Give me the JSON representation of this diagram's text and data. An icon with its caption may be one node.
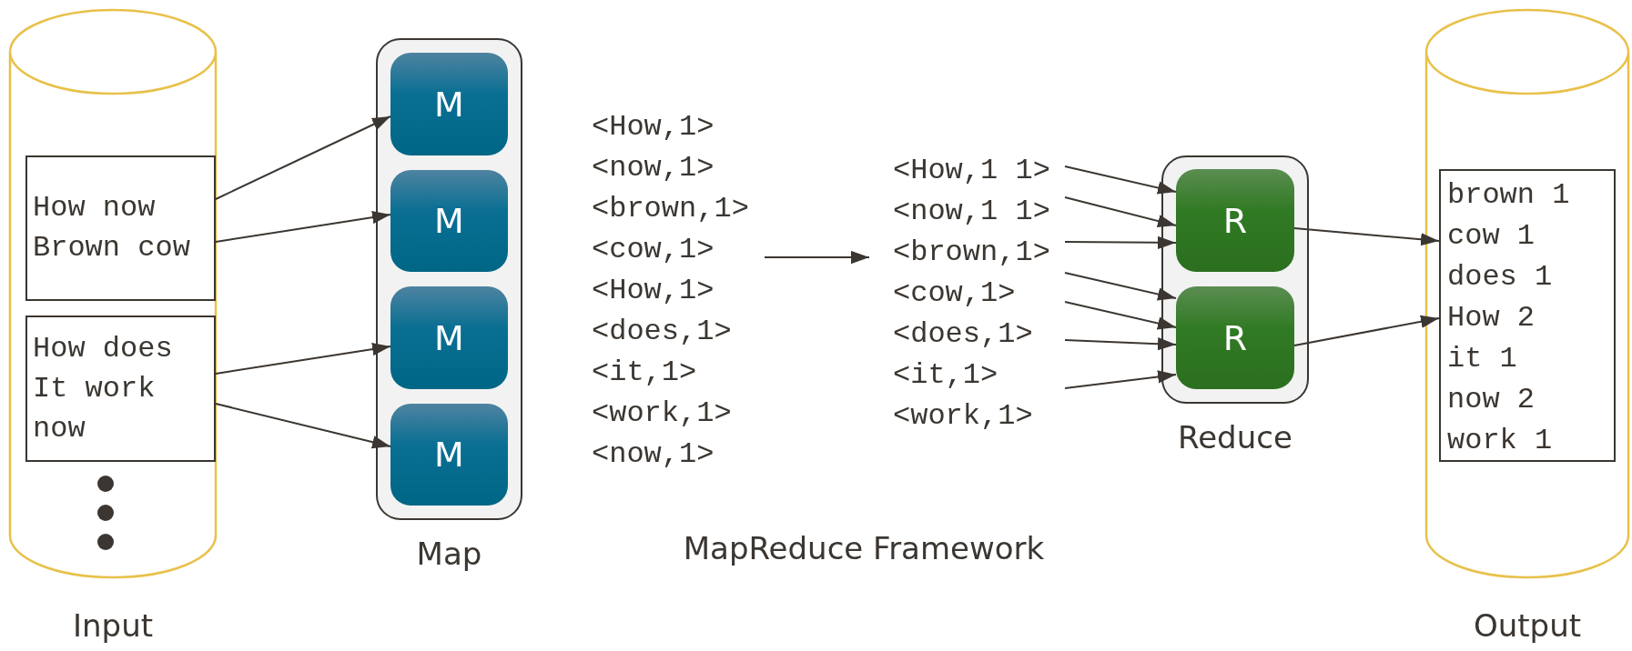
{
  "diagram": {
    "nodes": [
      {
        "text": [
          "Input"
        ]
      },
      {
        "text": [
          "How now Brown cow"
        ],
        "in": 0
      },
      {
        "text": [
          "How does It work now"
        ],
        "in": 0
      },
      {
        "text": [
          "Map"
        ]
      },
      {
        "text": [
          "M"
        ],
        "in": 3
      },
      {
        "text": [
          "M"
        ],
        "in": 3
      },
      {
        "text": [
          "M"
        ],
        "in": 3
      },
      {
        "text": [
          "M"
        ],
        "in": 3
      },
      {
        "text": [
          "<How,1>",
          "<now,1>",
          "<brown,1>",
          "<cow,1>",
          "<How,1>",
          "<does,1>",
          "<it,1>",
          "<work,1>",
          "<now,1>"
        ]
      },
      {
        "text": [
          "<How,1 1>",
          "<now,1 1>",
          "<brown,1>",
          "<cow,1>",
          "<does,1>",
          "<it,1>",
          "<work,1>"
        ]
      },
      {
        "text": [
          "Reduce"
        ]
      },
      {
        "text": [
          "R"
        ],
        "in": 10
      },
      {
        "text": [
          "R"
        ],
        "in": 10
      },
      {
        "text": [
          "Output"
        ]
      },
      {
        "text": [
          "brown 1",
          "cow 1",
          "does 1",
          "How 2",
          "it 1",
          "now 2",
          "work 1"
        ],
        "in": 13
      }
    ],
    "edges": [
      {
        "from": 1,
        "to": 4,
        "arrow": "to"
      },
      {
        "from": 1,
        "to": 5,
        "arrow": "to"
      },
      {
        "from": 2,
        "to": 6,
        "arrow": "to"
      },
      {
        "from": 2,
        "to": 7,
        "arrow": "to"
      },
      {
        "from": 8,
        "to": 9,
        "arrow": "to"
      },
      {
        "from": 9,
        "to": 11,
        "arrow": "to"
      },
      {
        "from": 9,
        "to": 11,
        "arrow": "to"
      },
      {
        "from": 9,
        "to": 11,
        "arrow": "to"
      },
      {
        "from": 9,
        "to": 12,
        "arrow": "to"
      },
      {
        "from": 9,
        "to": 12,
        "arrow": "to"
      },
      {
        "from": 9,
        "to": 12,
        "arrow": "to"
      },
      {
        "from": 9,
        "to": 12,
        "arrow": "to"
      },
      {
        "from": 11,
        "to": 14,
        "arrow": "to"
      },
      {
        "from": 12,
        "to": 14,
        "arrow": "to"
      }
    ],
    "labels": [
      "MapReduce Framework"
    ]
  }
}
